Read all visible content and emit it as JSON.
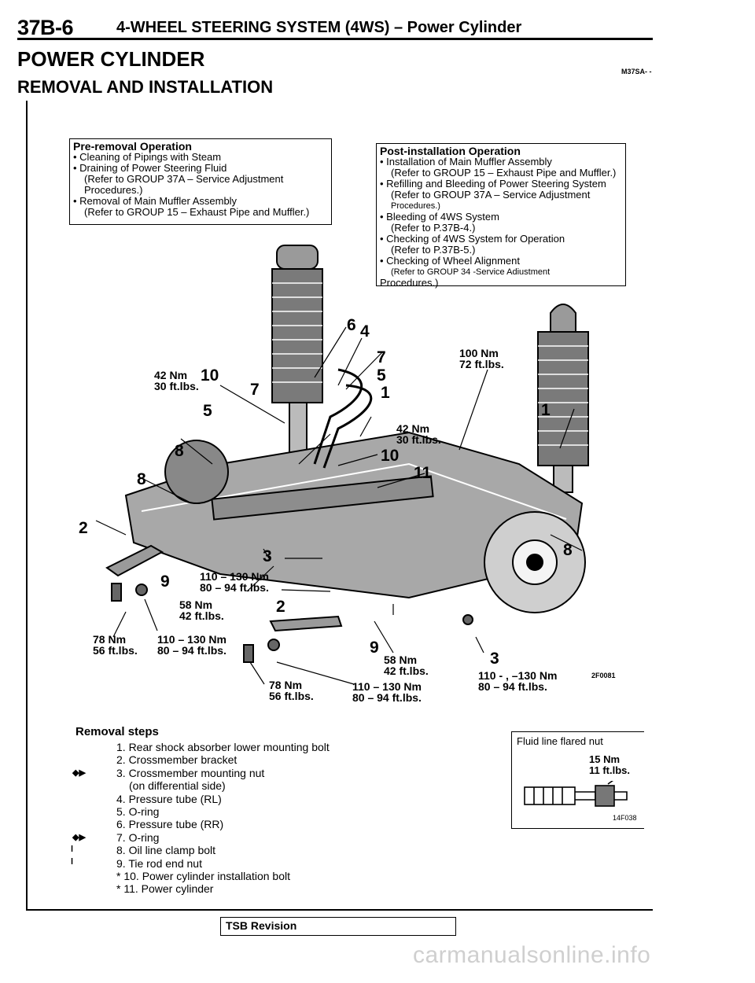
{
  "header": {
    "page_number": "37B-6",
    "title": "4-WHEEL STEERING SYSTEM (4WS) – Power Cylinder"
  },
  "section": {
    "title": "POWER CYLINDER",
    "subtitle": "REMOVAL AND INSTALLATION",
    "code": "M37SA- -"
  },
  "pre_removal": {
    "heading": "Pre-removal Operation",
    "items": [
      "Cleaning of Pipings with Steam",
      "Draining of Power Steering Fluid",
      "(Refer to GROUP 37A – Service Adjustment",
      "Procedures.)",
      "Removal of Main Muffler Assembly",
      "(Refer to GROUP 15 – Exhaust Pipe and Muffler.)"
    ]
  },
  "post_install": {
    "heading": "Post-installation Operation",
    "items": [
      "Installation of Main Muffler Assembly",
      "(Refer to GROUP 15 – Exhaust Pipe and Muffler.)",
      "Refilling and Bleeding of Power Steering System",
      "(Refer to GROUP 37A – Service Adjustment",
      "Procedures.)",
      "Bleeding of 4WS System",
      "(Refer to P.37B-4.)",
      "Checking of 4WS System for Operation",
      "(Refer to P.37B-5.)",
      "Checking of Wheel Alignment",
      "(Refer to GROUP 34 -Service Adiustment",
      "Procedures.)"
    ]
  },
  "diagram": {
    "torque_labels": [
      "100 Nm",
      "72 ft.lbs.",
      "42 Nm",
      "30 ft.lbs.",
      "42 Nm",
      "30 ft.lbs.",
      "110 – 130 Nm",
      "80 – 94 ft.lbs.",
      "58 Nm",
      "42 ft.lbs.",
      "110 – 130 Nm",
      "80 – 94 ft.lbs.",
      "78 Nm",
      "56 ft.lbs.",
      "58 Nm",
      "42 ft.lbs.",
      "110 - , –130 Nm",
      "80 – 94 ft.lbs.",
      "78 Nm",
      "56 ft.lbs.",
      "110 – 130 Nm",
      "80 – 94 ft.lbs."
    ],
    "part_numbers": [
      "6",
      "4",
      "7",
      "5",
      "1",
      "10",
      "7",
      "5",
      "1",
      "10",
      "11",
      "8",
      "8",
      "2",
      "3",
      "9",
      "2",
      "9",
      "3",
      "8"
    ],
    "code": "2F0081"
  },
  "removal": {
    "title": "Removal steps",
    "steps": [
      "1. Rear shock absorber lower mounting bolt",
      "2. Crossmember bracket",
      "3. Crossmember mounting nut",
      "(on differential side)",
      "4. Pressure tube (RL)",
      "5. O-ring",
      "6. Pressure tube (RR)",
      "7. O-ring",
      "8. Oil line clamp bolt",
      "9. Tie rod end nut",
      "* 10. Power cylinder installation bolt",
      "* 11. Power cylinder"
    ],
    "markers": [
      "◆▶",
      "◆▶",
      "l",
      "l"
    ]
  },
  "fluid_box": {
    "title": "Fluid line flared nut",
    "torque_nm": "15 Nm",
    "torque_ft": "11 ft.lbs.",
    "code": "14F038"
  },
  "footer": {
    "tsb": "TSB Revision",
    "watermark": "carmanualsonline.info"
  }
}
